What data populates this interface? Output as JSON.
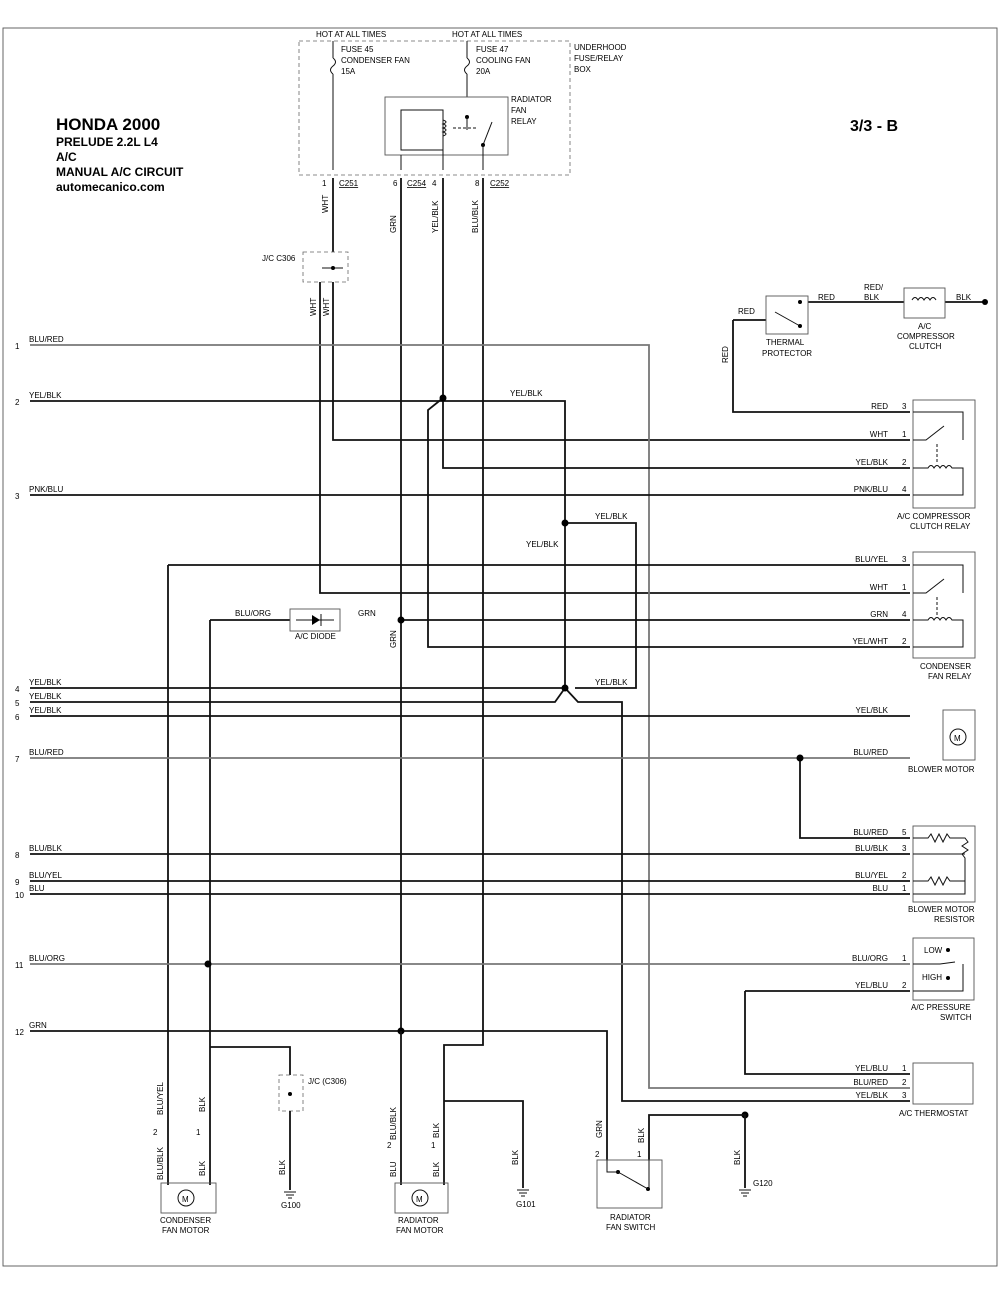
{
  "header": {
    "title": "HONDA 2000",
    "line1": "PRELUDE  2.2L  L4",
    "line2": "A/C",
    "line3": "MANUAL A/C CIRCUIT",
    "site": "automecanico.com",
    "page": "3/3 - B"
  },
  "fusebox": {
    "hot1": "HOT AT ALL TIMES",
    "hot2": "HOT AT ALL TIMES",
    "fuse45": [
      "FUSE 45",
      "CONDENSER FAN",
      "15A"
    ],
    "fuse47": [
      "FUSE 47",
      "COOLING FAN",
      "20A"
    ],
    "relay": [
      "RADIATOR",
      "FAN",
      "RELAY"
    ],
    "box": [
      "UNDERHOOD",
      "FUSE/RELAY",
      "BOX"
    ],
    "conn": [
      "1",
      "C251",
      "6",
      "C254",
      "4",
      "8",
      "C252"
    ]
  },
  "jc_top": "J/C C306",
  "jc_bottom": "J/C (C306)",
  "diode": "A/C DIODE",
  "left_pins": [
    {
      "n": "1",
      "color": "BLU/RED"
    },
    {
      "n": "2",
      "color": "YEL/BLK"
    },
    {
      "n": "3",
      "color": "PNK/BLU"
    },
    {
      "n": "4",
      "color": "YEL/BLK"
    },
    {
      "n": "5",
      "color": "YEL/BLK"
    },
    {
      "n": "6",
      "color": "YEL/BLK"
    },
    {
      "n": "7",
      "color": "BLU/RED"
    },
    {
      "n": "8",
      "color": "BLU/BLK"
    },
    {
      "n": "9",
      "color": "BLU/YEL"
    },
    {
      "n": "10",
      "color": "BLU"
    },
    {
      "n": "11",
      "color": "BLU/ORG"
    },
    {
      "n": "12",
      "color": "GRN"
    }
  ],
  "wire_labels": {
    "wht": "WHT",
    "grn": "GRN",
    "yelblk": "YEL/BLK",
    "blublk": "BLU/BLK",
    "red": "RED",
    "redblk": [
      "RED/",
      "BLK"
    ],
    "blk": "BLK",
    "bluorg": "BLU/ORG",
    "bluyel": "BLU/YEL",
    "blu": "BLU"
  },
  "components": {
    "thermal": [
      "THERMAL",
      "PROTECTOR"
    ],
    "clutch": [
      "A/C",
      "COMPRESSOR",
      "CLUTCH"
    ],
    "clutch_relay": [
      "A/C COMPRESSOR",
      "CLUTCH RELAY"
    ],
    "cond_relay": [
      "CONDENSER",
      "FAN RELAY"
    ],
    "blower_motor": "BLOWER MOTOR",
    "blower_resistor": [
      "BLOWER MOTOR",
      "RESISTOR"
    ],
    "pressure_switch": [
      "A/C PRESSURE",
      "SWITCH"
    ],
    "pressure_low": "LOW",
    "pressure_high": "HIGH",
    "thermostat": "A/C THERMOSTAT",
    "cond_motor": [
      "CONDENSER",
      "FAN MOTOR"
    ],
    "rad_motor": [
      "RADIATOR",
      "FAN MOTOR"
    ],
    "rad_switch": [
      "RADIATOR",
      "FAN SWITCH"
    ],
    "motor_symbol": "M"
  },
  "right_pins": {
    "clutch_relay": [
      {
        "color": "RED",
        "n": "3"
      },
      {
        "color": "WHT",
        "n": "1"
      },
      {
        "color": "YEL/BLK",
        "n": "2"
      },
      {
        "color": "PNK/BLU",
        "n": "4"
      }
    ],
    "cond_relay": [
      {
        "color": "BLU/YEL",
        "n": "3"
      },
      {
        "color": "WHT",
        "n": "1"
      },
      {
        "color": "GRN",
        "n": "4"
      },
      {
        "color": "YEL/WHT",
        "n": "2"
      }
    ],
    "blower_motor": [
      {
        "color": "YEL/BLK",
        "n": ""
      },
      {
        "color": "BLU/RED",
        "n": ""
      }
    ],
    "resistor": [
      {
        "color": "BLU/RED",
        "n": "5"
      },
      {
        "color": "BLU/BLK",
        "n": "3"
      },
      {
        "color": "BLU/YEL",
        "n": "2"
      },
      {
        "color": "BLU",
        "n": "1"
      }
    ],
    "pressure": [
      {
        "color": "BLU/ORG",
        "n": "1"
      },
      {
        "color": "YEL/BLU",
        "n": "2"
      }
    ],
    "thermostat": [
      {
        "color": "YEL/BLU",
        "n": "1"
      },
      {
        "color": "BLU/RED",
        "n": "2"
      },
      {
        "color": "YEL/BLK",
        "n": "3"
      }
    ]
  },
  "bottom": {
    "bluyel": "BLU/YEL",
    "blk": "BLK",
    "blublk": "BLU/BLK",
    "blu": "BLU",
    "grn": "GRN",
    "p2": "2",
    "p1": "1",
    "g100": "G100",
    "g101": "G101",
    "g120": "G120"
  }
}
